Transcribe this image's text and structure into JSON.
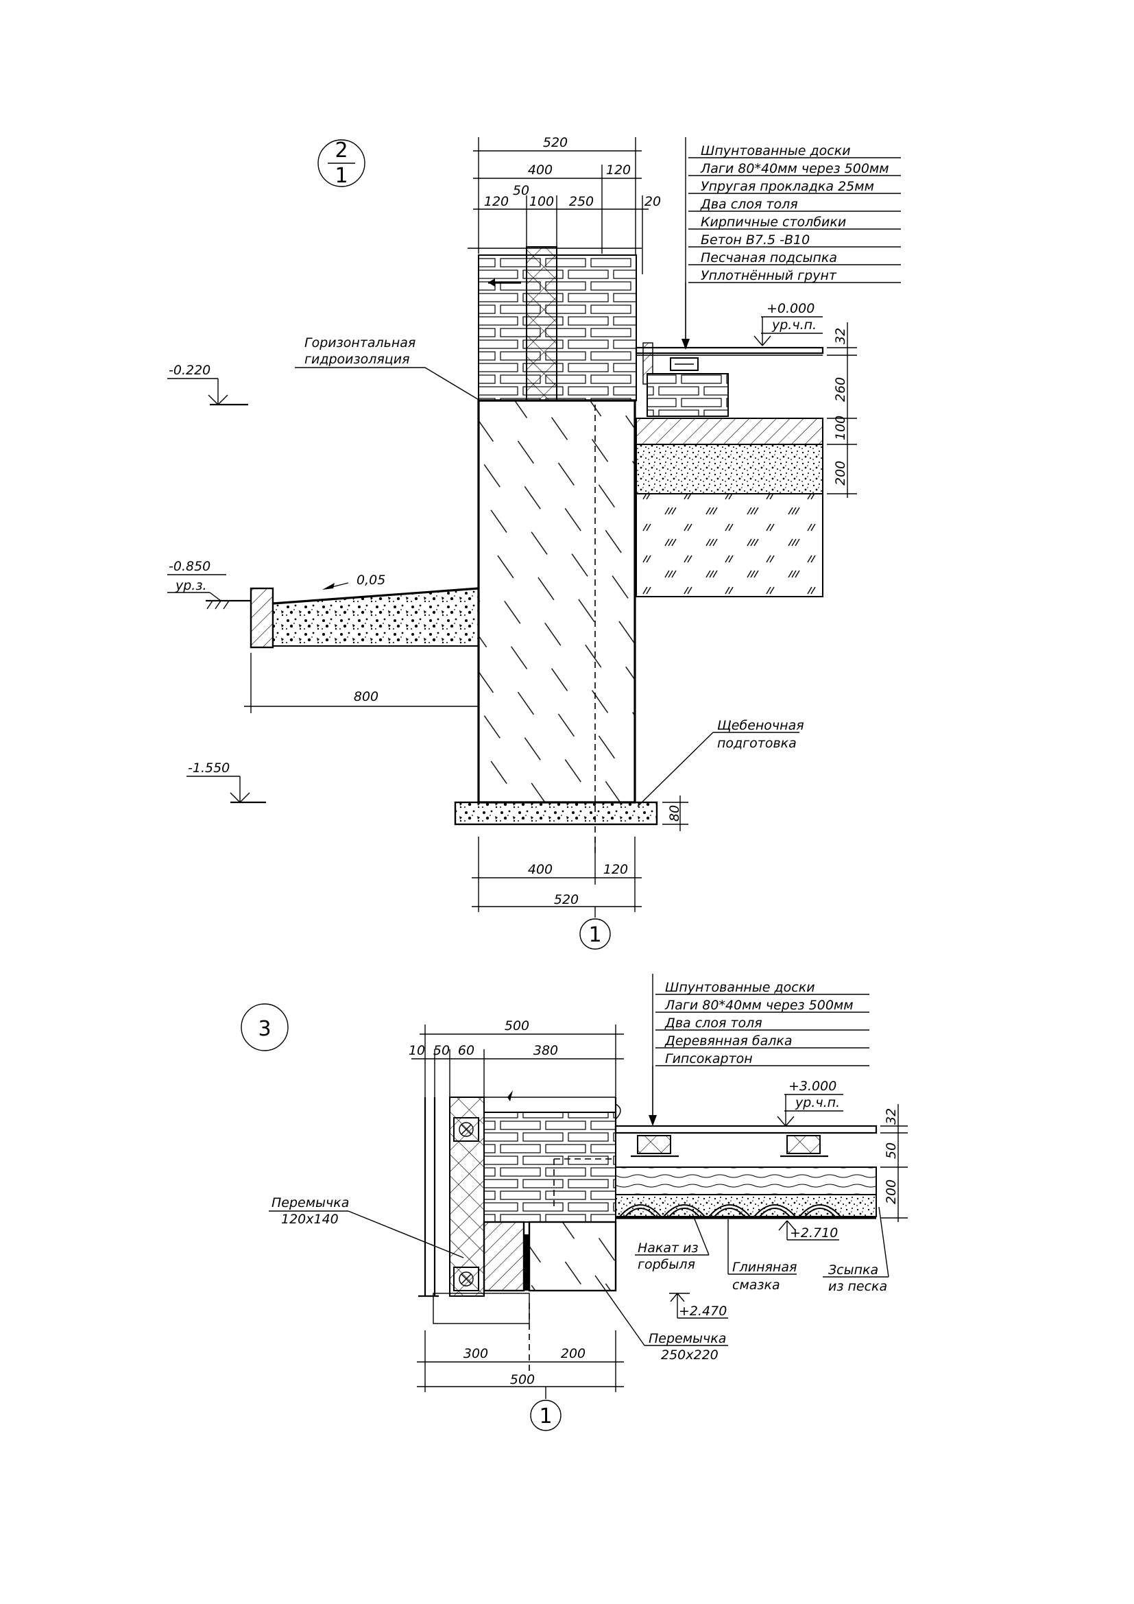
{
  "detail_2": {
    "circle_top": "2",
    "circle_bottom": "1",
    "top_dims": [
      "520",
      "400",
      "120",
      "120",
      "50",
      "100",
      "250",
      "20"
    ],
    "layers": [
      "Шпунтованные доски",
      "Лаги 80*40мм через 500мм",
      "Упругая прокладка 25мм",
      "Два слоя толя",
      "Кирпичные столбики",
      "Бетон В7.5 -В10",
      "Песчаная подсыпка",
      "Уплотнённый грунт"
    ],
    "elev_floor_value": "+0.000",
    "elev_floor_label": "ур.ч.п.",
    "elev_plinth": "-0.220",
    "elev_ground_value": "-0.850",
    "elev_ground_label": "ур.з.",
    "elev_bottom": "-1.550",
    "waterproofing_line1": "Горизонтальная",
    "waterproofing_line2": "гидроизоляция",
    "slope": "0,05",
    "blind_area_width": "800",
    "gravel_line1": "Щебеночная",
    "gravel_line2": "подготовка",
    "right_dims": [
      "32",
      "260",
      "100",
      "200"
    ],
    "footing_dim": "80",
    "bottom_dims": [
      "400",
      "120",
      "520"
    ],
    "axis": "1"
  },
  "detail_3": {
    "circle": "3",
    "top_dims": [
      "500",
      "10",
      "50",
      "60",
      "380"
    ],
    "layers": [
      "Шпунтованные доски",
      "Лаги 80*40мм через 500мм",
      "Два слоя толя",
      "Деревянная балка",
      "Гипсокартон"
    ],
    "elev_floor_value": "+3.000",
    "elev_floor_label": "ур.ч.п.",
    "elev_ceiling": "+2.710",
    "elev_lintel": "+2.470",
    "right_dims": [
      "32",
      "50",
      "200"
    ],
    "lintel1_line1": "Перемычка",
    "lintel1_line2": "120x140",
    "lintel2_line1": "Перемычка",
    "lintel2_line2": "250x220",
    "nakat_line1": "Накат из",
    "nakat_line2": "горбыля",
    "clay_line1": "Глиняная",
    "clay_line2": "смазка",
    "sand_line1": "Зсыпка",
    "sand_line2": "из песка",
    "bottom_dims": [
      "300",
      "200",
      "500"
    ],
    "axis": "1"
  }
}
